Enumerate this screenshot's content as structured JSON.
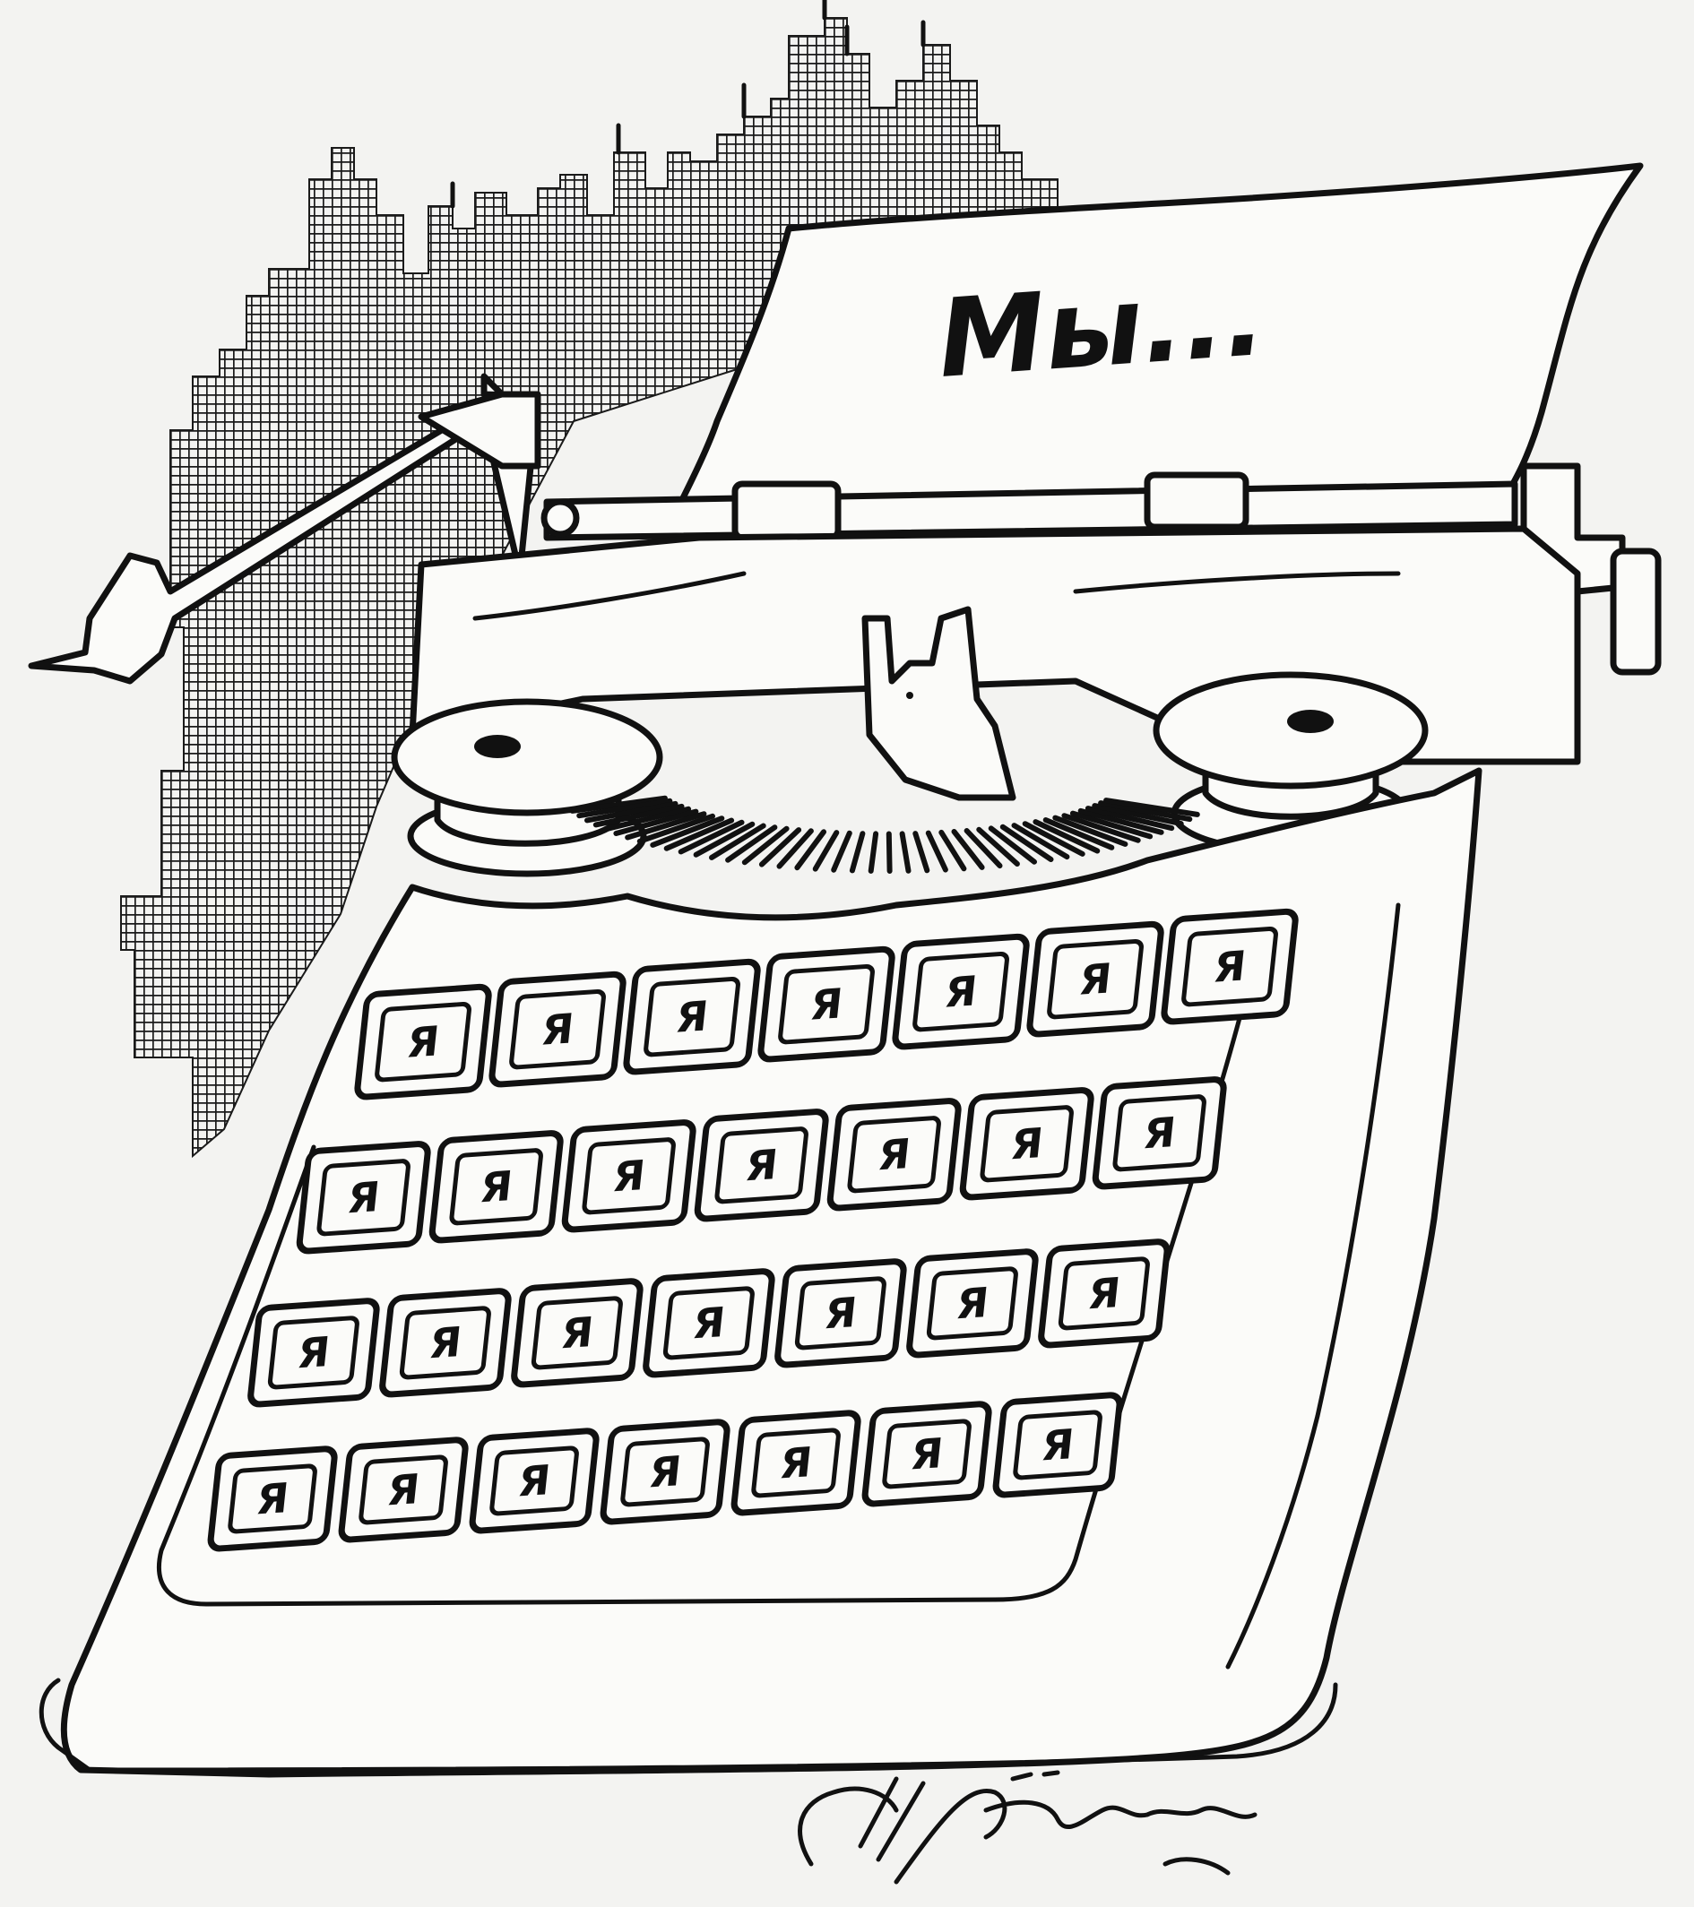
{
  "illustration": {
    "paper_text": "Мы...",
    "key_letter": "Я",
    "key_rows": [
      7,
      7,
      7,
      7
    ],
    "signature": "Жеребчевич",
    "colors": {
      "ink": "#111111",
      "paper": "#f3f3f1",
      "hatch": "#1a1a1a"
    }
  }
}
